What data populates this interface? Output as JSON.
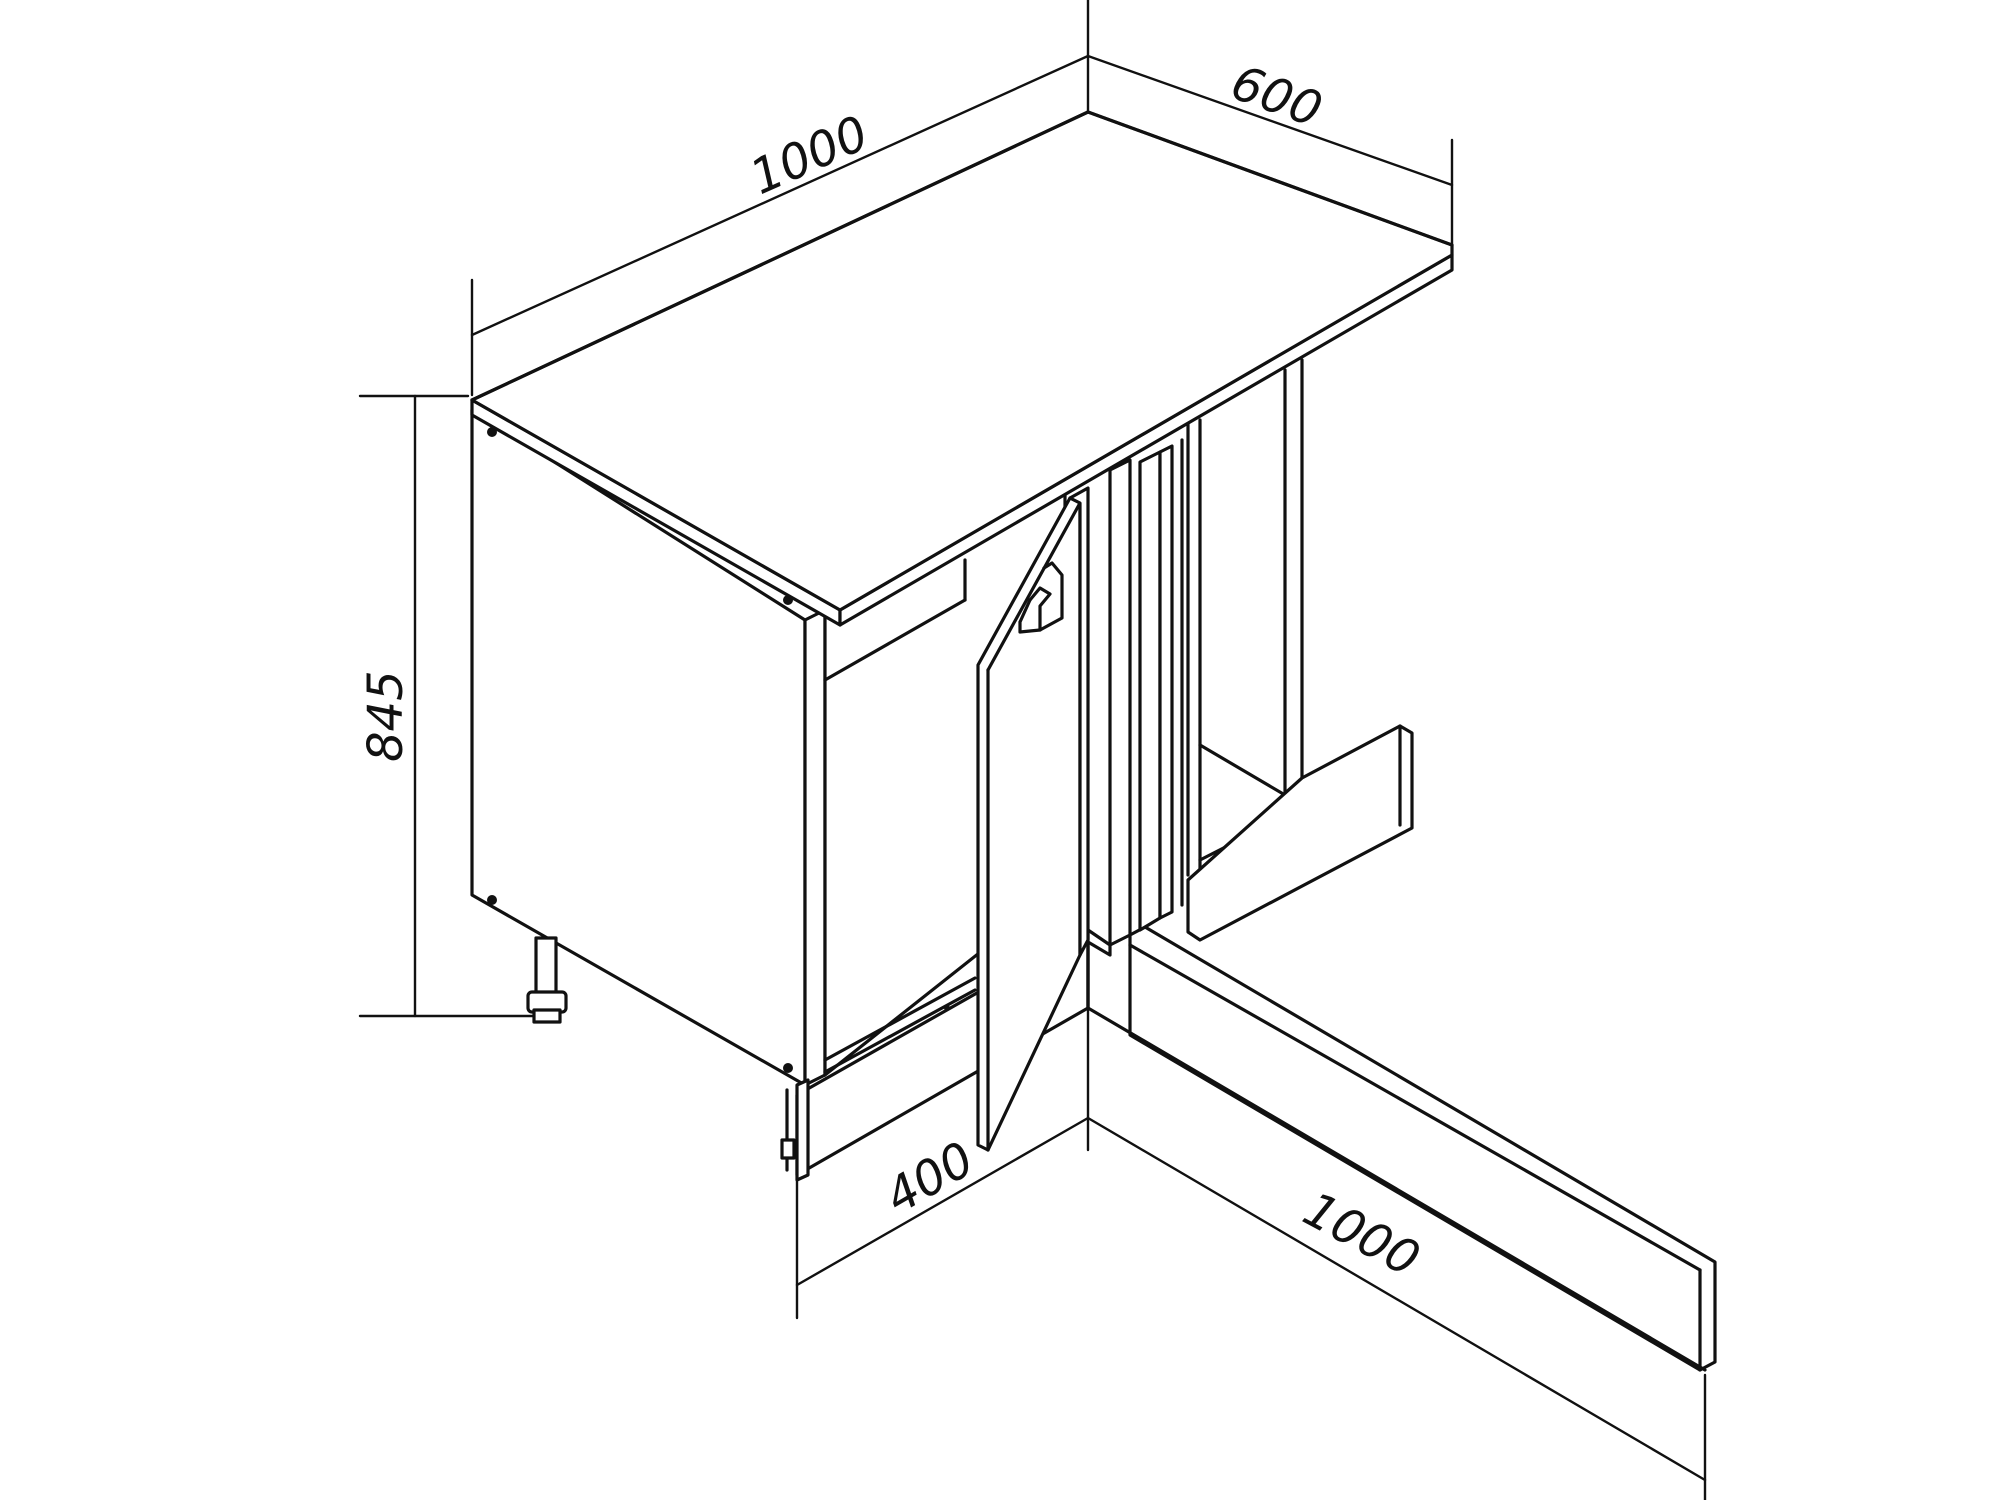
{
  "drawing": {
    "subject": "corner kitchen base cabinet",
    "line_color": "#111111",
    "background": "#ffffff"
  },
  "dimensions": {
    "top_left_width": "1000",
    "top_right_depth": "600",
    "height": "845",
    "bottom_left_depth": "400",
    "bottom_right_width": "1000"
  }
}
